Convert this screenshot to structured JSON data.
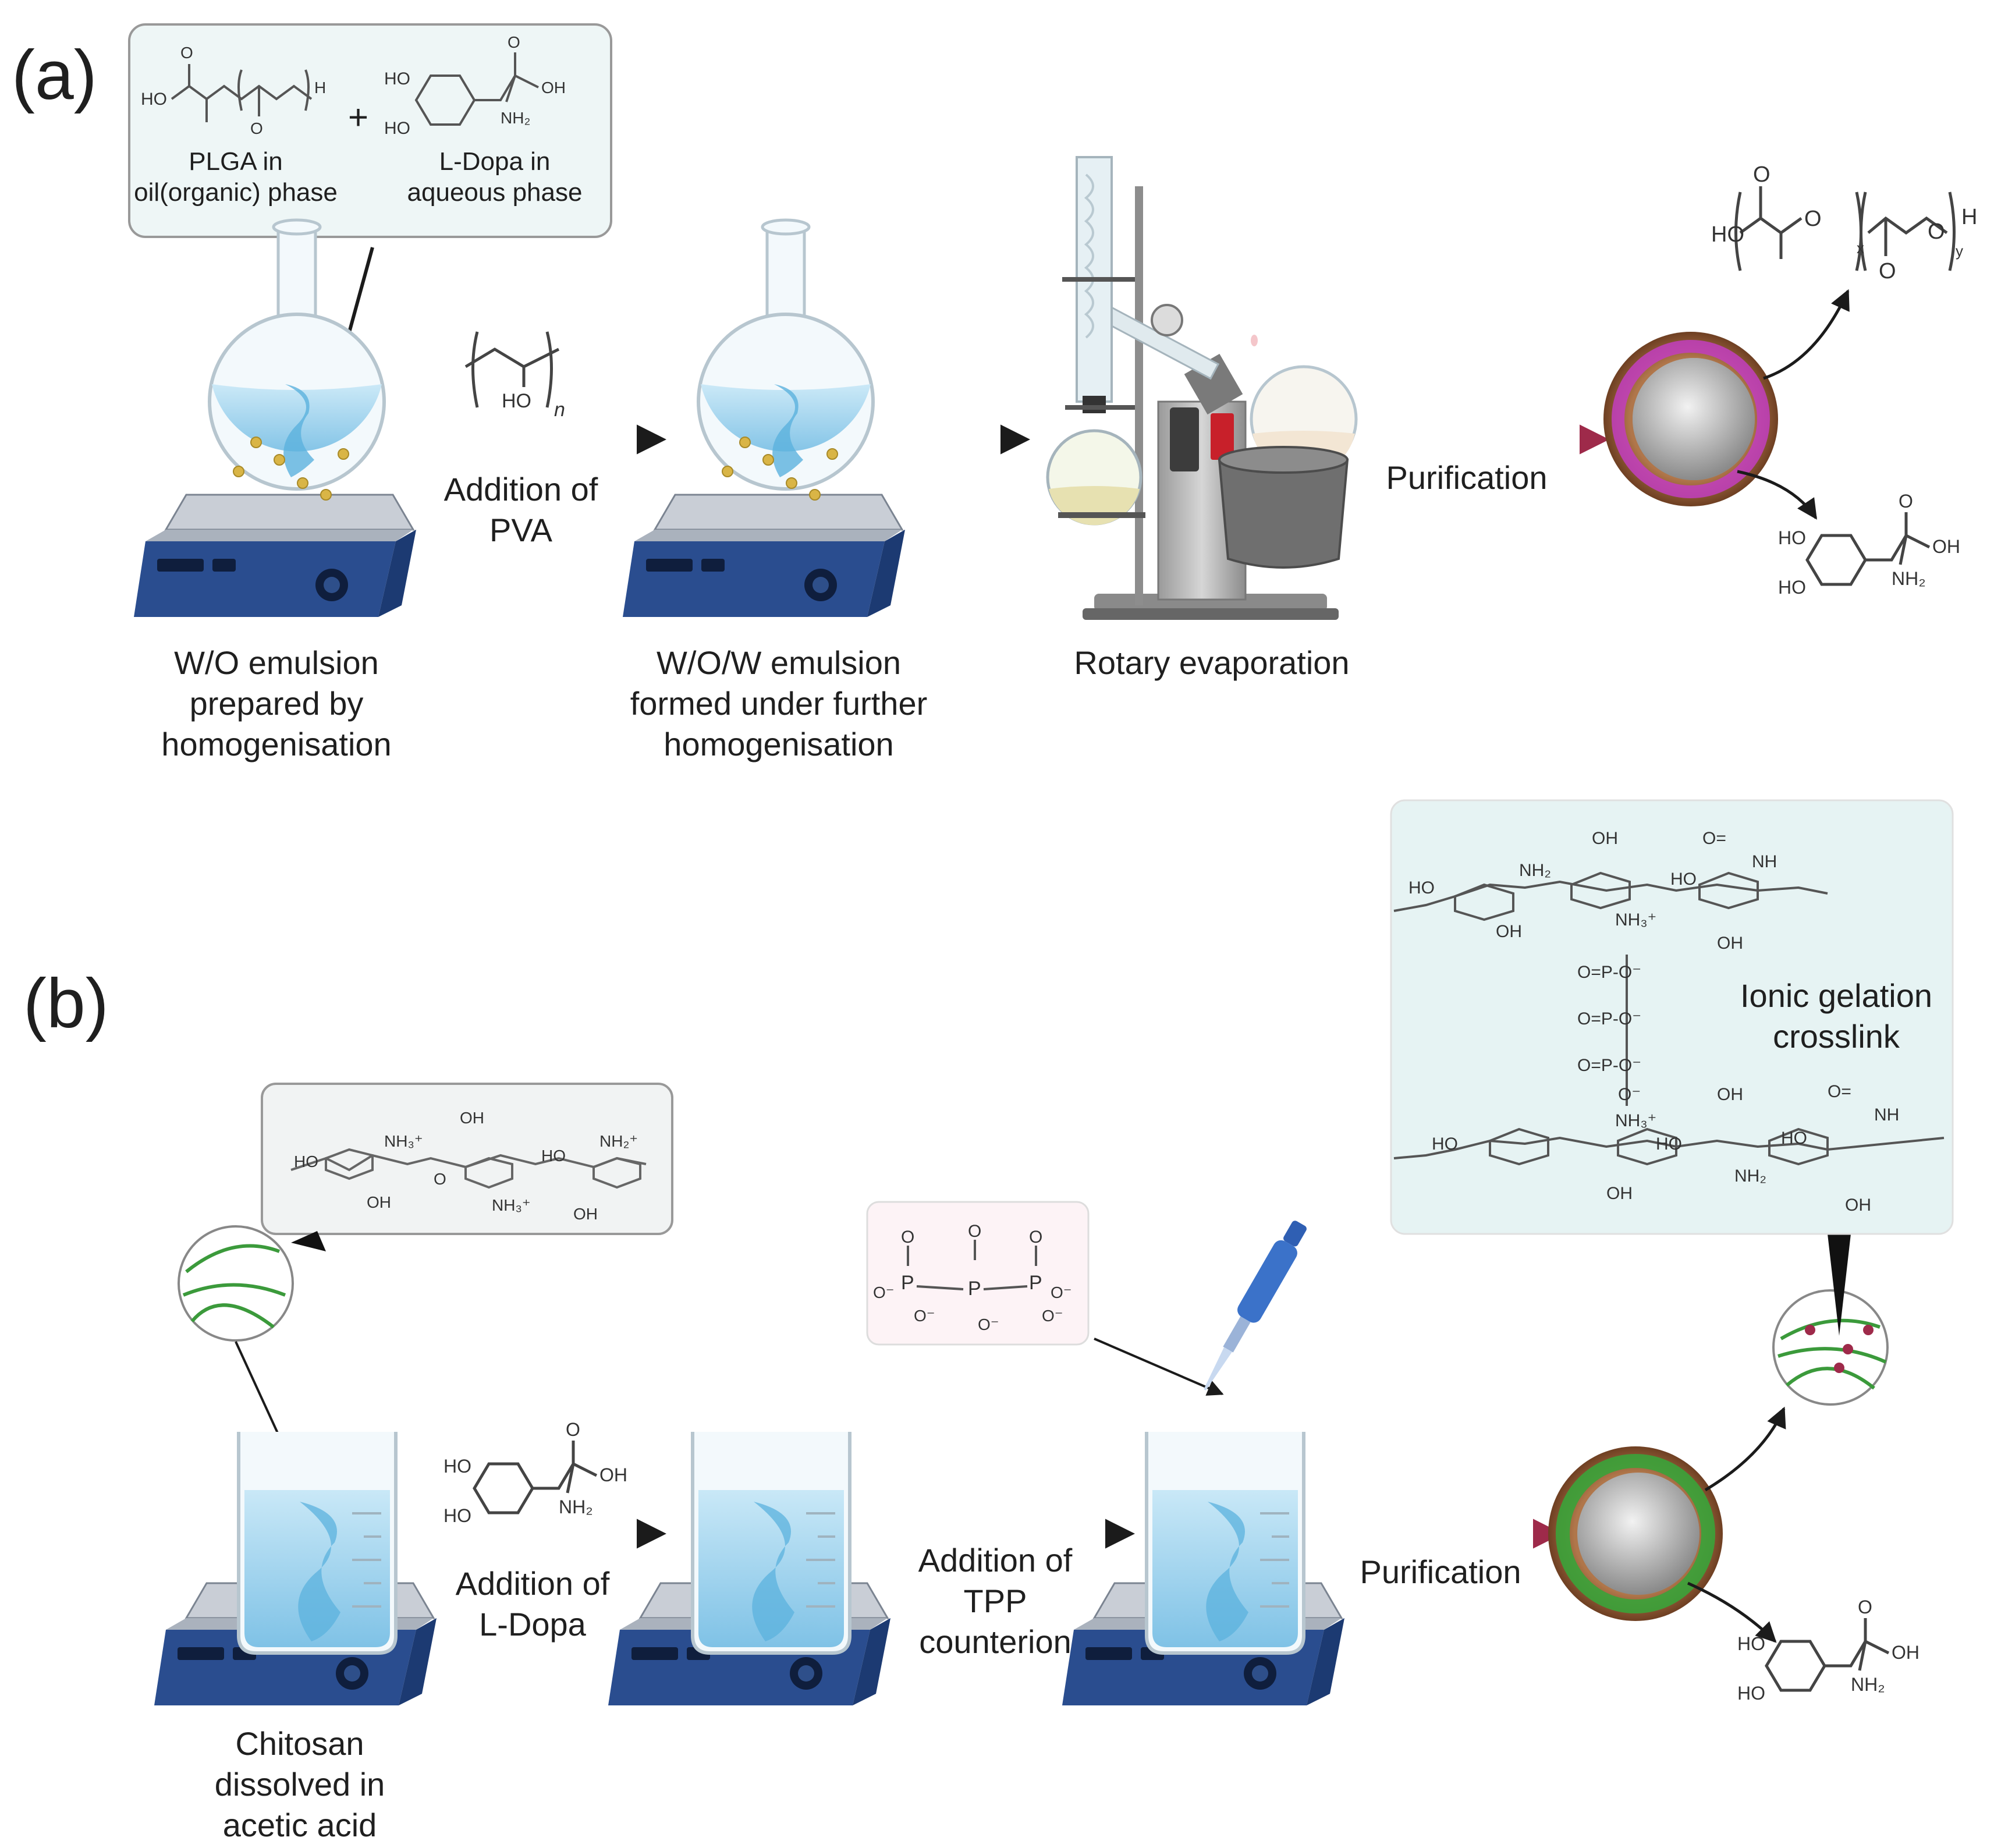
{
  "panel_a": {
    "label": "(a)",
    "inset": {
      "plga": "PLGA in",
      "plga2": "oil(organic) phase",
      "plus": "+",
      "ldopa": "L-Dopa in",
      "ldopa2": "aqueous phase"
    },
    "pva_chem": {
      "ho": "HO",
      "n": "n"
    },
    "arrow1": {
      "line1": "Addition of",
      "line2": "PVA"
    },
    "step1": {
      "line1": "W/O emulsion",
      "line2": "prepared by",
      "line3": "homogenisation"
    },
    "step2": {
      "line1": "W/O/W emulsion",
      "line2": "formed under further",
      "line3": "homogenisation"
    },
    "step3": {
      "line1": "Rotary evaporation"
    },
    "arrow3": {
      "label": "Purification"
    },
    "plga_chem": {
      "ho": "HO",
      "o1": "O",
      "o2": "O",
      "o3": "O",
      "o4": "O",
      "h": "H",
      "x": "x",
      "y": "y"
    },
    "ldopa_chem": {
      "ho1": "HO",
      "ho2": "HO",
      "o": "O",
      "oh": "OH",
      "nh2": "NH₂"
    }
  },
  "panel_b": {
    "label": "(b)",
    "ldopa_arrow_chem": {
      "ho1": "HO",
      "ho2": "HO",
      "o": "O",
      "oh": "OH",
      "nh2": "NH₂"
    },
    "arrow1": {
      "line1": "Addition of",
      "line2": "L-Dopa"
    },
    "arrow2": {
      "line1": "Addition of",
      "line2": "TPP",
      "line3": "counterion"
    },
    "arrow3": {
      "label": "Purification"
    },
    "step1": {
      "line1": "Chitosan",
      "line2": "dissolved in",
      "line3": "acetic acid"
    },
    "crosslink": {
      "line1": "Ionic gelation",
      "line2": "crosslink"
    },
    "chitosan_chem": {
      "ho1": "HO",
      "ho2": "HO",
      "oh1": "OH",
      "oh2": "OH",
      "oh3": "OH",
      "nh3a": "NH₃⁺",
      "nh3b": "NH₃⁺",
      "nh2": "NH₂⁺",
      "o": "O"
    },
    "tpp_chem": {
      "o": "O",
      "p": "P",
      "om": "O⁻"
    },
    "ldopa_chem": {
      "ho1": "HO",
      "ho2": "HO",
      "o": "O",
      "oh": "OH",
      "nh2": "NH₂"
    }
  },
  "colors": {
    "arrow_dark": "#1b1b1b",
    "arrow_purif": "#9e2a4a",
    "water": "#9fd4ef",
    "stirrer": "#2a4d8f",
    "inset_fill": "#eef6f6",
    "crosslink_fill": "#e6f3f3",
    "tpp_fill": "#fdf3f6"
  }
}
